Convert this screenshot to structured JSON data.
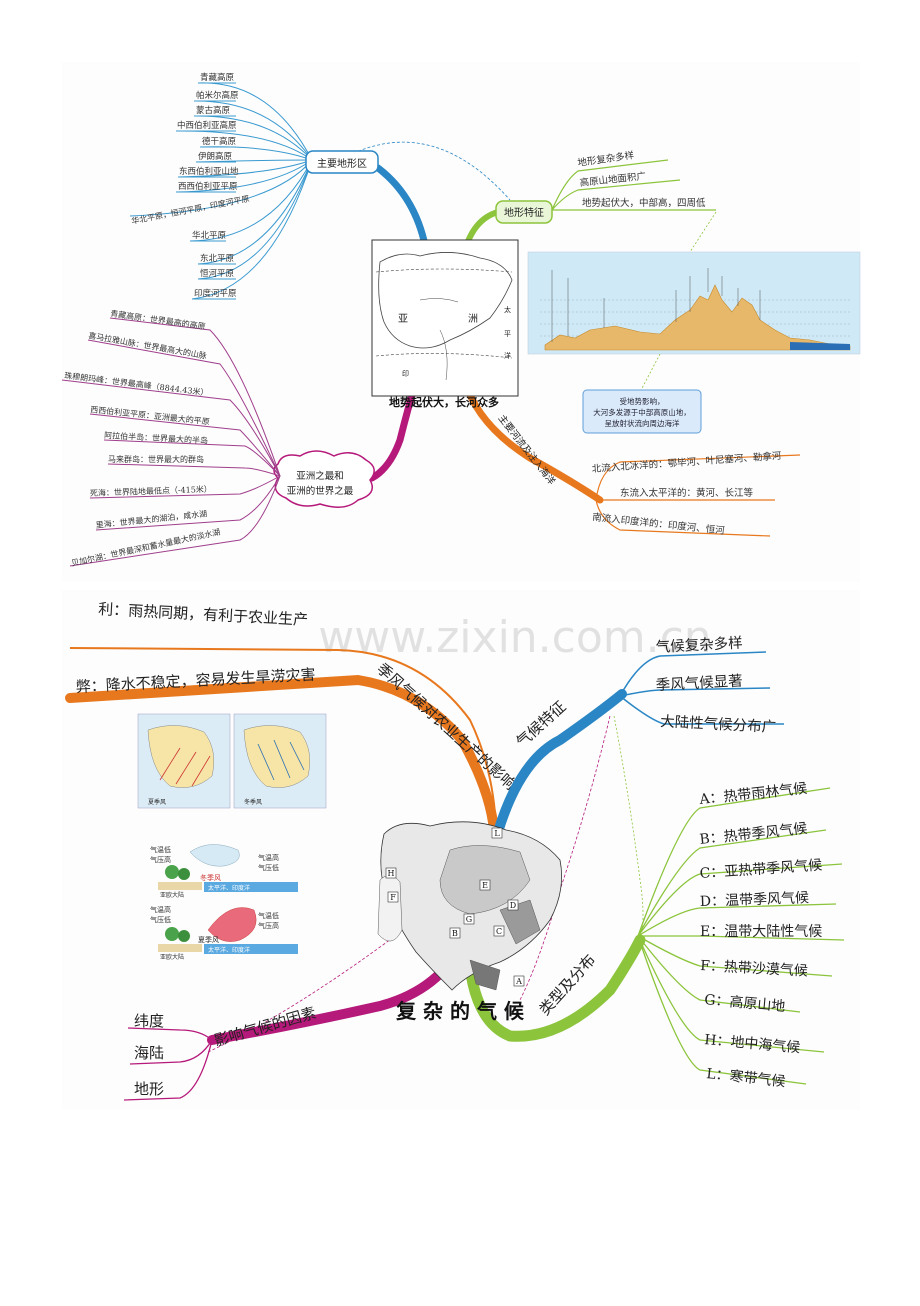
{
  "top_map": {
    "center_title": "地势起伏大，长河众多",
    "map_labels": {
      "asia": "亚",
      "zhou": "洲",
      "tai": "太",
      "ping": "平",
      "yang": "洋",
      "yin": "印"
    },
    "landforms": {
      "label": "主要地形区",
      "items": [
        "青藏高原",
        "帕米尔高原",
        "蒙古高原",
        "中西伯利亚高原",
        "德干高原",
        "伊朗高原",
        "东西伯利亚山地",
        "西西伯利亚平原",
        "华北平原，恒河平原，印度河平原",
        "华北平原",
        "东北平原",
        "恒河平原",
        "印度河平原"
      ]
    },
    "terrain": {
      "label": "地形特征",
      "items": [
        "地形复杂多样",
        "高原山地面积广",
        "地势起伏大，中部高，四周低"
      ]
    },
    "rivers": {
      "label": "主要河流及注入海洋",
      "note": "受地势影响，大河多发源于中部高原山地，呈放射状流向周边海洋",
      "items": [
        "北流入北冰洋的：鄂毕河、叶尼塞河、勒拿河",
        "东流入太平洋的：黄河、长江等",
        "南流入印度洋的：印度河、恒河"
      ]
    },
    "records": {
      "label1": "亚洲之最和",
      "label2": "亚洲的世界之最",
      "items": [
        "青藏高原：世界最高的高原",
        "喜马拉雅山脉：世界最高大的山脉",
        "珠穆朗玛峰：世界最高峰（8844.43米）",
        "西西伯利亚平原：亚洲最大的平原",
        "阿拉伯半岛：世界最大的半岛",
        "马来群岛：世界最大的群岛",
        "死海：世界陆地最低点（-415米）",
        "里海：世界最大的湖泊，咸水湖",
        "贝加尔湖：世界最深和蓄水量最大的淡水湖"
      ]
    }
  },
  "watermark": "www.zixin.com.cn",
  "climate": {
    "title": "复 杂 的 气 候",
    "agri": {
      "label": "季风气候对农业生产的影响",
      "items": [
        "利：雨热同期，有利于农业生产",
        "弊：降水不稳定，容易发生旱涝灾害"
      ]
    },
    "features": {
      "label": "气候特征",
      "items": [
        "气候复杂多样",
        "季风气候显著",
        "大陆性气候分布广"
      ]
    },
    "types": {
      "label": "类型及分布",
      "items": [
        "A：热带雨林气候",
        "B：热带季风气候",
        "C：亚热带季风气候",
        "D：温带季风气候",
        "E：温带大陆性气候",
        "F：热带沙漠气候",
        "G：高原山地",
        "H：地中海气候",
        "L：寒带气候"
      ]
    },
    "factors": {
      "label": "影响气候的因素",
      "items": [
        "纬度",
        "海陆",
        "地形"
      ]
    },
    "monsoon_map_captions": [
      "夏季风",
      "冬季风"
    ],
    "monsoon_diagram": {
      "winter": [
        "气温低",
        "气压高",
        "冬季风",
        "气温高",
        "气压低",
        "亚欧大陆",
        "太平洋、印度洋"
      ],
      "summer": [
        "气温高",
        "气压低",
        "夏季风",
        "气温低",
        "气压高",
        "亚欧大陆",
        "太平洋、印度洋"
      ]
    },
    "map_letters": [
      "L",
      "H",
      "F",
      "E",
      "D",
      "G",
      "B",
      "C",
      "A"
    ]
  },
  "colors": {
    "blue": "#2a86c5",
    "green": "#8cc43c",
    "orange": "#e8781e",
    "magenta": "#b5197a",
    "purple": "#a03f8c"
  }
}
